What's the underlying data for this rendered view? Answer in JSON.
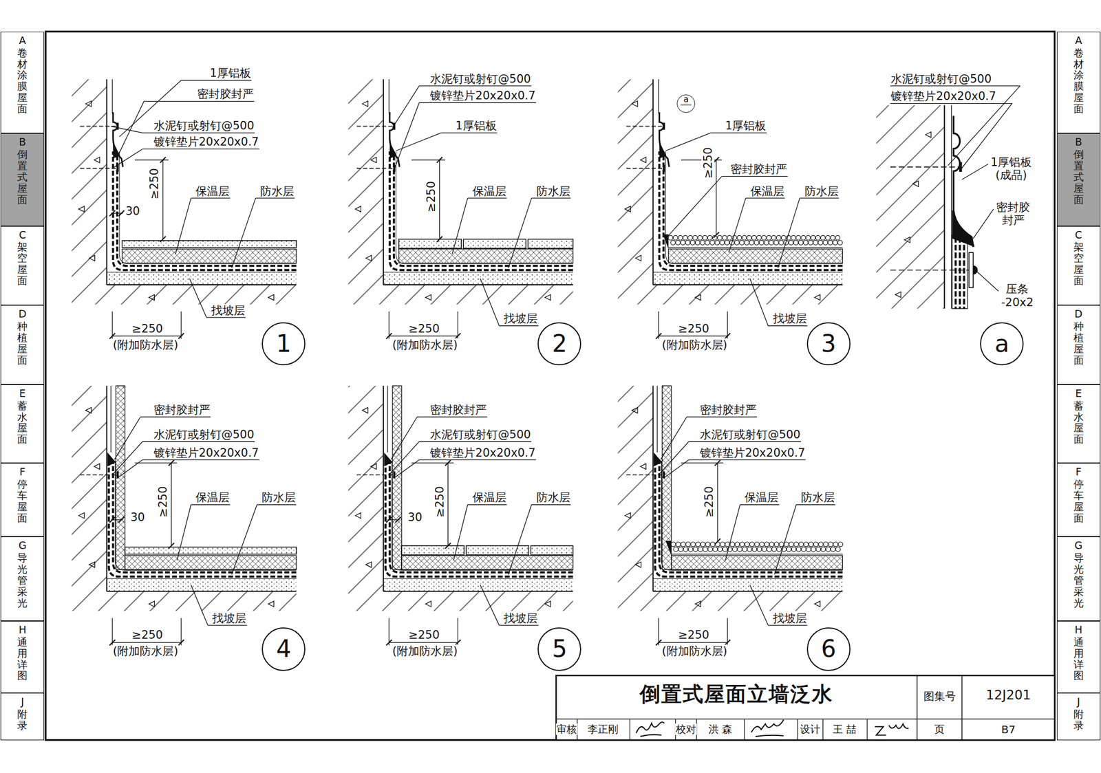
{
  "diagram": {
    "title": "倒置式屋面立墙泛水",
    "nodes": [
      {
        "text": [
          "A",
          "卷材涂膜屋面"
        ]
      },
      {
        "text": [
          "B",
          "倒置式屋面"
        ]
      },
      {
        "text": [
          "C",
          "架空屋面"
        ]
      },
      {
        "text": [
          "D",
          "种植屋面"
        ]
      },
      {
        "text": [
          "E",
          "蓄水屋面"
        ]
      },
      {
        "text": [
          "F",
          "停车屋面"
        ]
      },
      {
        "text": [
          "G",
          "导光管采光"
        ]
      },
      {
        "text": [
          "H",
          "通用详图"
        ]
      },
      {
        "text": [
          "J",
          "附录"
        ]
      },
      {
        "text": [
          "A",
          "卷材涂膜屋面"
        ]
      },
      {
        "text": [
          "B",
          "倒置式屋面"
        ]
      },
      {
        "text": [
          "C",
          "架空屋面"
        ]
      },
      {
        "text": [
          "D",
          "种植屋面"
        ]
      },
      {
        "text": [
          "E",
          "蓄水屋面"
        ]
      },
      {
        "text": [
          "F",
          "停车屋面"
        ]
      },
      {
        "text": [
          "G",
          "导光管采光"
        ]
      },
      {
        "text": [
          "H",
          "通用详图"
        ]
      },
      {
        "text": [
          "J",
          "附录"
        ]
      },
      {
        "text": [
          "a"
        ]
      },
      {
        "text": [
          "1"
        ]
      },
      {
        "text": [
          "2"
        ]
      },
      {
        "text": [
          "3"
        ]
      },
      {
        "text": [
          "a"
        ]
      },
      {
        "text": [
          "4"
        ]
      },
      {
        "text": [
          "5"
        ]
      },
      {
        "text": [
          "6"
        ]
      }
    ],
    "labels": [
      "1厚铝板",
      "密封胶封严",
      "水泥钉或射钉@500",
      "镀锌垫片20x20x0.7",
      "≥250",
      "30",
      "保温层",
      "防水层",
      "找坡层",
      "≥250",
      "(附加防水层)",
      "水泥钉或射钉@500",
      "镀锌垫片20x20x0.7",
      "1厚铝板",
      "≥250",
      "保温层",
      "防水层",
      "找坡层",
      "≥250",
      "(附加防水层)",
      "1厚铝板",
      "密封胶封严",
      "≥250",
      "保温层",
      "防水层",
      "找坡层",
      "≥250",
      "(附加防水层)",
      "密封胶封严",
      "水泥钉或射钉@500",
      "镀锌垫片20x20x0.7",
      "≥250",
      "30",
      "保温层",
      "防水层",
      "找坡层",
      "≥250",
      "(附加防水层)",
      "密封胶封严",
      "水泥钉或射钉@500",
      "镀锌垫片20x20x0.7",
      "≥250",
      "30",
      "保温层",
      "防水层",
      "找坡层",
      "≥250",
      "(附加防水层)",
      "密封胶封严",
      "水泥钉或射钉@500",
      "镀锌垫片20x20x0.7",
      "≥250",
      "保温层",
      "防水层",
      "找坡层",
      "≥250",
      "(附加防水层)",
      "水泥钉或射钉@500",
      "镀锌垫片20x20x0.7",
      "1厚铝板 (成品)",
      "密封胶 封严",
      "压条 -20x2",
      "图集号",
      "12J201",
      "审核",
      "李正刚",
      "校对",
      "洪 森",
      "设计",
      "王 喆",
      "页",
      "B7"
    ]
  }
}
